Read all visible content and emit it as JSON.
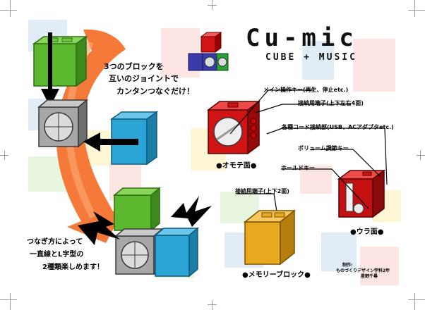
{
  "logo": {
    "title": "Cu-mic",
    "subtitle": "CUBE + MUSIC"
  },
  "callout_join": {
    "line1": "3つのブロックを",
    "line2": "互いのジョイントで",
    "line3": "カンタンつなぐだけ！"
  },
  "callout_shapes": {
    "line1": "つなぎ方によって",
    "line2": "一直線とL字型の",
    "line3": "2種類楽しめます！"
  },
  "labels": {
    "main_key": "メイン操作キー(再生、停止etc.)",
    "connector_4": "接続用端子(上下左右4面)",
    "cord_ports": "各種コード接続部(USB、ACアダプタetc.)",
    "volume_key": "ボリューム調節キー",
    "hold_key": "ホールドキー",
    "connector_2": "接続用端子(上下2面)"
  },
  "captions": {
    "front": "●オモテ面●",
    "back": "●ウラ面●",
    "memory": "●メモリーブロック●"
  },
  "credit": {
    "line1": "制作:",
    "line2": "ものづくりデザイン学科2年",
    "line3": "星野千尋"
  },
  "colors": {
    "green": "#5cb82e",
    "gray": "#9b9b9b",
    "blue": "#2aa5d6",
    "red": "#d01414",
    "orange": "#e8a820",
    "arrow": "#f57a3a"
  }
}
